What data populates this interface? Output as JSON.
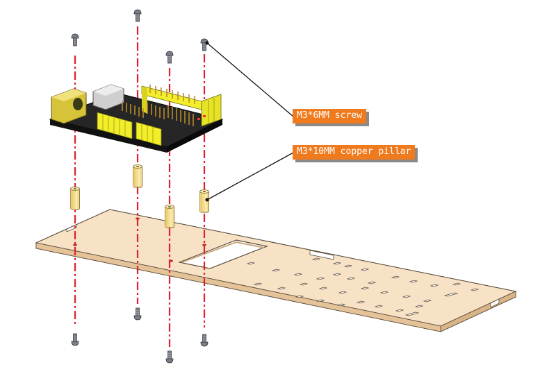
{
  "labels": {
    "screw": "M3*6MM screw",
    "pillar": "M3*10MM copper pillar"
  },
  "colors": {
    "accent": "#f07a1e",
    "guide_line": "#e0202a",
    "wood": "#f7e2c6",
    "pcb": "#1e1e1e",
    "header": "#f2ee2a",
    "brass": "#f4dd8e"
  },
  "icons": [
    "screw-icon",
    "copper-pillar-icon",
    "controller-board",
    "wooden-plate"
  ]
}
